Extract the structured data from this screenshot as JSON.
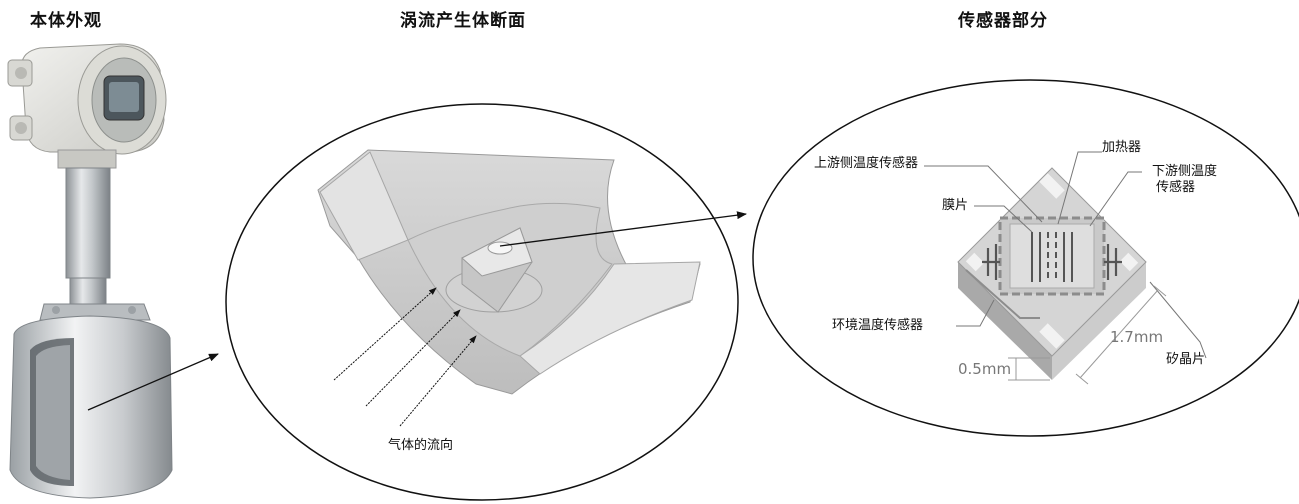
{
  "headings": {
    "meter_exterior": "本体外观",
    "vortex_section": "涡流产生体断面",
    "sensor_part": "传感器部分"
  },
  "labels": {
    "gas_flow": "气体的流向",
    "upstream_sensor": "上游侧温度传感器",
    "heater": "加热器",
    "downstream_sensor_line1": "下游侧温度",
    "downstream_sensor_line2": "传感器",
    "membrane": "膜片",
    "ambient_sensor": "环境温度传感器",
    "silicon_chip": "矽晶片"
  },
  "dimensions": {
    "chip_width": "1.7mm",
    "chip_thickness": "0.5mm"
  }
}
